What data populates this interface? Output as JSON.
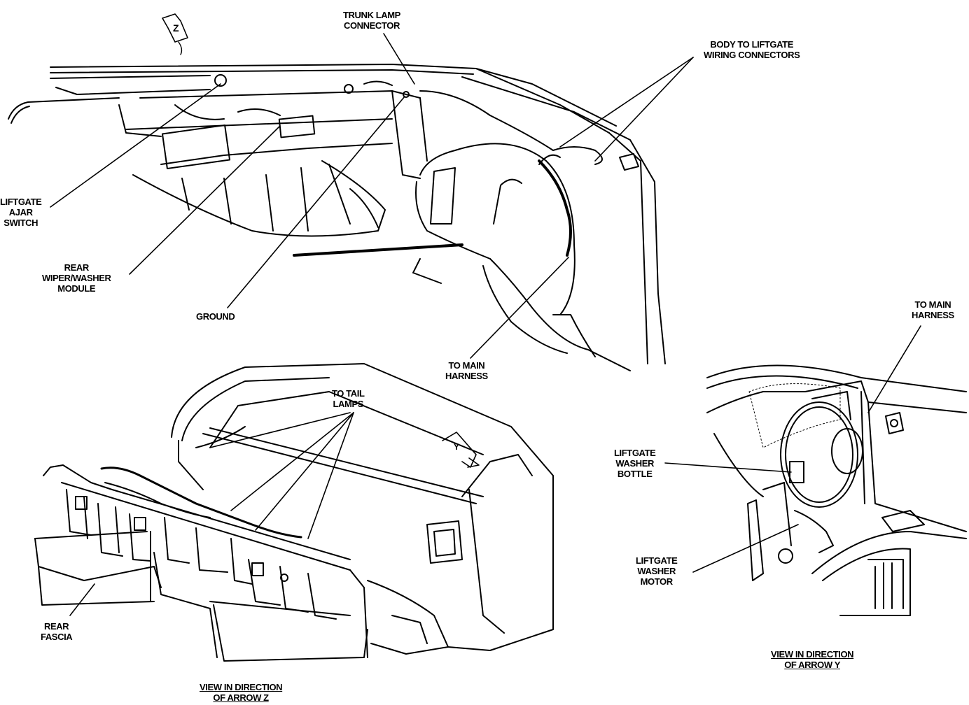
{
  "labels": {
    "trunk_lamp_connector": [
      "TRUNK LAMP",
      "CONNECTOR"
    ],
    "body_to_liftgate": [
      "BODY TO LIFTGATE",
      "WIRING CONNECTORS"
    ],
    "liftgate_ajar_switch": [
      "LIFTGATE",
      "AJAR",
      "SWITCH"
    ],
    "rear_wiper_washer_module": [
      "REAR",
      "WIPER/WASHER",
      "MODULE"
    ],
    "ground": [
      "GROUND"
    ],
    "to_main_harness_top": [
      "TO MAIN",
      "HARNESS"
    ],
    "to_tail_lamps": [
      "TO TAIL",
      "LAMPS"
    ],
    "to_main_harness_right": [
      "TO MAIN",
      "HARNESS"
    ],
    "liftgate_washer_bottle": [
      "LIFTGATE",
      "WASHER",
      "BOTTLE"
    ],
    "liftgate_washer_motor": [
      "LIFTGATE",
      "WASHER",
      "MOTOR"
    ],
    "rear_fascia": [
      "REAR",
      "FASCIA"
    ]
  },
  "captions": {
    "view_arrow_z": [
      "VIEW IN DIRECTION",
      "OF ARROW Z"
    ],
    "view_arrow_y": [
      "VIEW IN DIRECTION",
      "OF ARROW Y"
    ]
  },
  "arrow_tags": {
    "z": "Z",
    "y": "Y"
  }
}
